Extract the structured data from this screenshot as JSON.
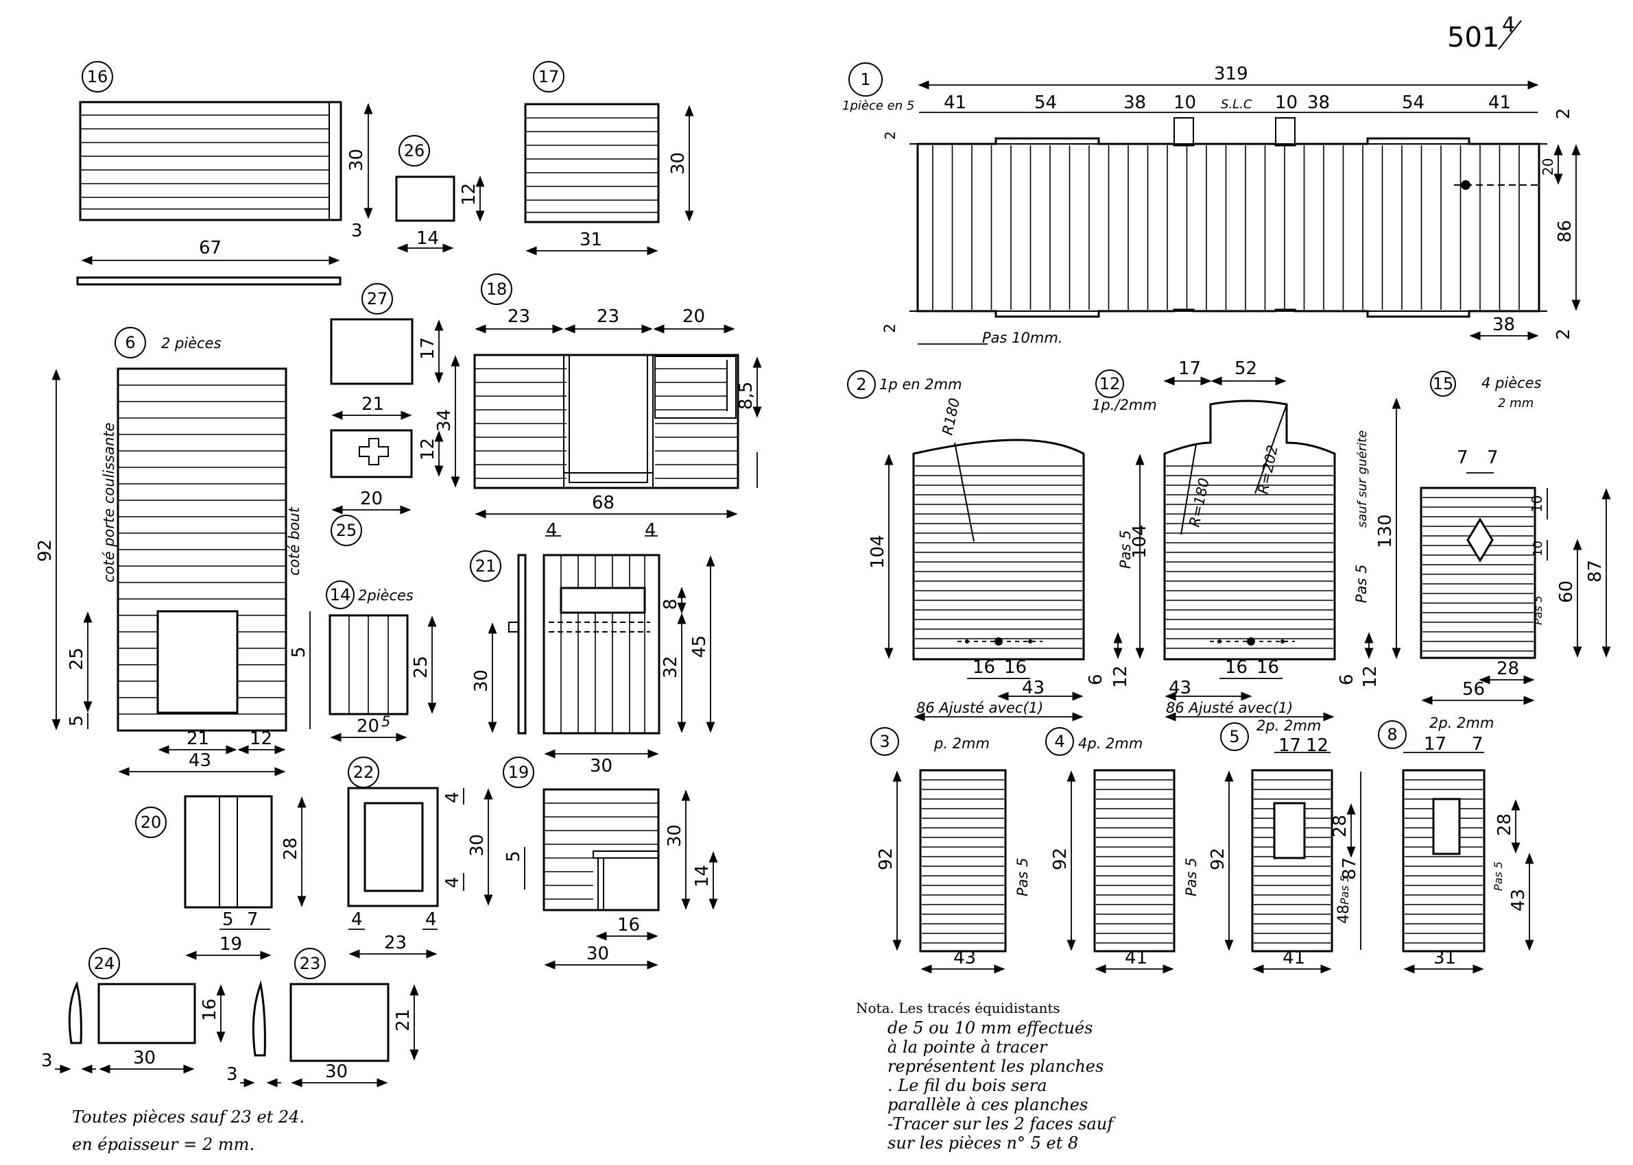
{
  "page_number": "501",
  "page_suffix": "4",
  "parts": {
    "p16": {
      "num": "16",
      "w": "67",
      "h": "30",
      "t": "3"
    },
    "p26": {
      "num": "26",
      "w": "14",
      "h": "12"
    },
    "p17": {
      "num": "17",
      "w": "31",
      "h": "30"
    },
    "p27": {
      "num": "27",
      "w": "21",
      "h": "17"
    },
    "p25": {
      "num": "25",
      "w": "20",
      "h": "12"
    },
    "p18": {
      "num": "18",
      "d1": "23",
      "d2": "23",
      "d3": "20",
      "w": "68",
      "h": "34",
      "d4": "8,5"
    },
    "p6": {
      "num": "6",
      "qty": "2 pièces",
      "h": "92",
      "d25": "25",
      "d5": "5",
      "d5b": "5",
      "w21": "21",
      "w12": "12",
      "w": "43",
      "side_left": "coté porte coulissante",
      "side_right": "coté bout"
    },
    "p14": {
      "num": "14",
      "qty": "2pièces",
      "h": "25",
      "w": "20",
      "t": "5"
    },
    "p21": {
      "num": "21",
      "d4a": "4",
      "d4b": "4",
      "d8": "8",
      "d30": "30",
      "d32": "32",
      "d45": "45",
      "w": "30"
    },
    "p20": {
      "num": "20",
      "h": "28",
      "d5": "5",
      "d7": "7",
      "w": "19"
    },
    "p22": {
      "num": "22",
      "d4a": "4",
      "d4b": "4",
      "h": "30",
      "d4c": "4",
      "d4d": "4",
      "w": "23"
    },
    "p19": {
      "num": "19",
      "d5": "5",
      "d30": "30",
      "d14": "14",
      "d16": "16",
      "w": "30"
    },
    "p24": {
      "num": "24",
      "h": "16",
      "t": "3",
      "w": "30"
    },
    "p23": {
      "num": "23",
      "h": "21",
      "t": "3",
      "w": "30"
    },
    "p1": {
      "num": "1",
      "qty": "1pièce en 5",
      "total": "319",
      "segments": [
        "41",
        "54",
        "38",
        "10",
        "S.L.C",
        "10",
        "38",
        "54",
        "41"
      ],
      "d2a": "2",
      "d2b": "2",
      "d2c": "2",
      "d2d": "2",
      "d20": "20",
      "h86": "86",
      "d38": "38",
      "pas": "Pas 10mm."
    },
    "p2": {
      "num": "2",
      "qty": "1p en 2mm",
      "r": "R180",
      "h": "104",
      "d16a": "16",
      "d16b": "16",
      "d43": "43",
      "d6": "6",
      "d12": "12",
      "w": "86 Ajusté avec(1)"
    },
    "p12": {
      "num": "12",
      "qty": "1p./2mm",
      "d17": "17",
      "d52": "52",
      "r202": "R=202",
      "r180": "R=180",
      "pas": "Pas 5",
      "h104": "104",
      "pas2": "Pas 5",
      "note": "sauf sur guérite",
      "h130": "130",
      "d16a": "16",
      "d16b": "16",
      "d43": "43",
      "d6": "6",
      "d12": "12",
      "w": "86 Ajusté avec(1)"
    },
    "p15": {
      "num": "15",
      "qty": "4 pièces",
      "thk": "2 mm",
      "d7a": "7",
      "d7b": "7",
      "d10a": "10",
      "d10b": "10",
      "pas": "Pas 5",
      "d60": "60",
      "h": "87",
      "d28": "28",
      "w": "56"
    },
    "p3": {
      "num": "3",
      "qty": "p. 2mm",
      "h": "92",
      "pas": "Pas 5",
      "w": "43"
    },
    "p4": {
      "num": "4",
      "qty": "4p. 2mm",
      "h": "92",
      "pas": "Pas 5",
      "w": "41"
    },
    "p5": {
      "num": "5",
      "qty": "2p. 2mm",
      "d17": "17",
      "d12": "12",
      "h": "92",
      "d28": "28",
      "d87": "87",
      "pas": "Pas 5",
      "d48": "48",
      "w": "41"
    },
    "p8": {
      "num": "8",
      "qty": "2p. 2mm",
      "d17": "17",
      "d7": "7",
      "d28": "28",
      "pas": "Pas 5",
      "d43": "43",
      "w": "31"
    }
  },
  "note_right": [
    "Nota.  Les tracés équidistants",
    "de 5 ou 10 mm effectués",
    "à la pointe à tracer",
    "représentent les planches",
    ". Le fil du bois sera",
    "parallèle à ces planches",
    "-Tracer sur les 2 faces sauf",
    "sur les pièces n° 5 et 8"
  ],
  "note_left": [
    "Toutes pièces sauf 23 et 24.",
    "en épaisseur = 2 mm."
  ]
}
